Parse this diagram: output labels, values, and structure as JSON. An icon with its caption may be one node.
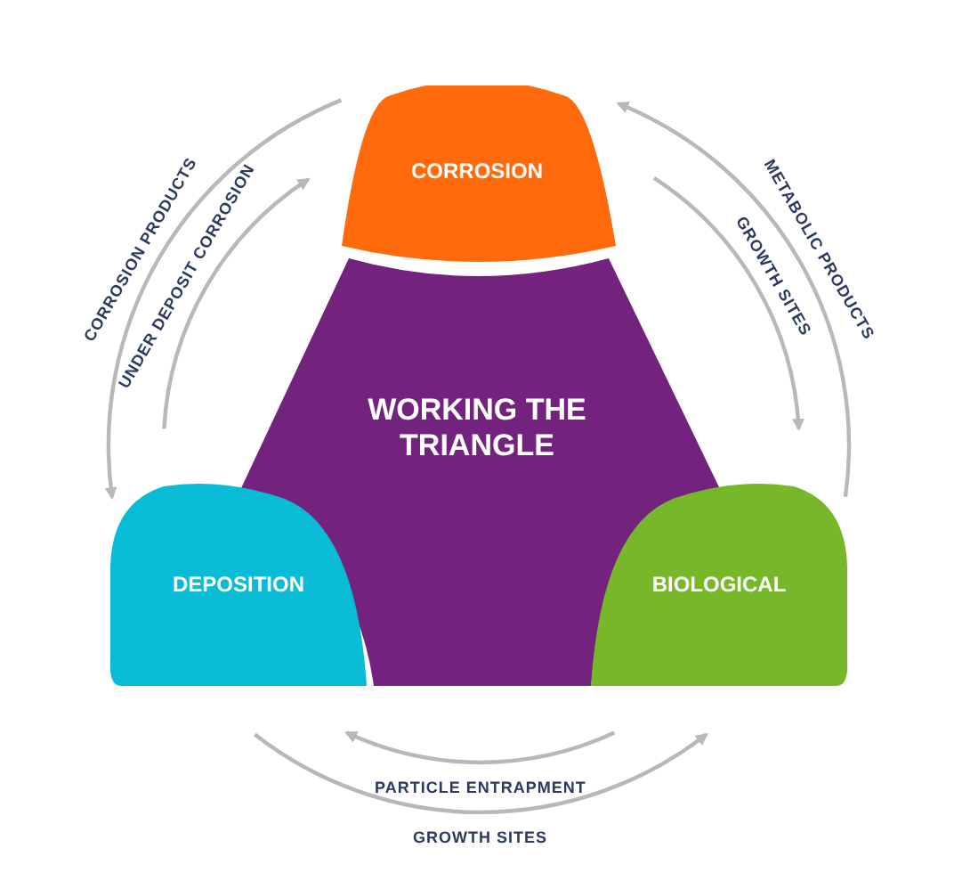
{
  "diagram": {
    "nodes": [
      {
        "text": [
          "CORROSION"
        ]
      },
      {
        "text": [
          "WORKING THE TRIANGLE"
        ]
      },
      {
        "text": [
          "DEPOSITION"
        ]
      },
      {
        "text": [
          "BIOLOGICAL"
        ]
      }
    ],
    "edges": [
      {
        "from": 0,
        "to": 2,
        "arrow": "to",
        "label": "CORROSION PRODUCTS"
      },
      {
        "from": 2,
        "to": 0,
        "arrow": "to",
        "label": "UNDER DEPOSIT CORROSION"
      },
      {
        "from": 3,
        "to": 0,
        "arrow": "to",
        "label": "METABOLIC PRODUCTS"
      },
      {
        "from": 0,
        "to": 3,
        "arrow": "to",
        "label": "GROWTH SITES"
      },
      {
        "from": 3,
        "to": 2,
        "arrow": "to",
        "label": "PARTICLE ENTRAPMENT"
      },
      {
        "from": 2,
        "to": 3,
        "arrow": "to",
        "label": "GROWTH SITES"
      }
    ]
  }
}
